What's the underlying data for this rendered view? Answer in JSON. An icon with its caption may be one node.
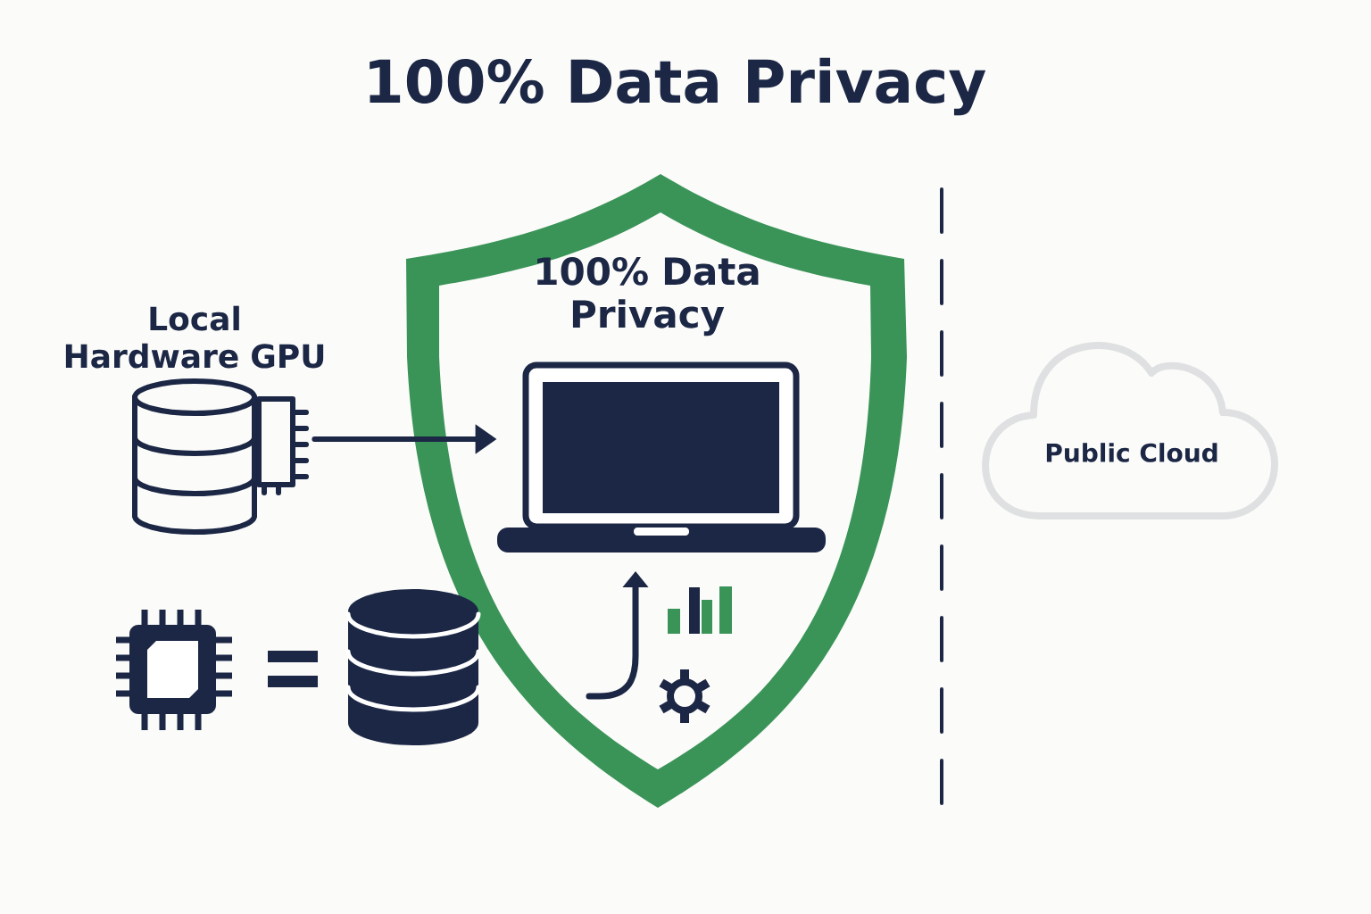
{
  "diagram": {
    "title": "100% Data Privacy",
    "nodes": [
      {
        "text": [
          "Local Hardware GPU"
        ]
      },
      {
        "text": [
          "100% Data Privacy"
        ]
      },
      {
        "text": [],
        "shape": "picture",
        "in": 1
      },
      {
        "text": [
          "Public Cloud"
        ]
      }
    ],
    "edges": [
      {
        "from": 0,
        "to": 2,
        "arrow": "to"
      }
    ]
  }
}
